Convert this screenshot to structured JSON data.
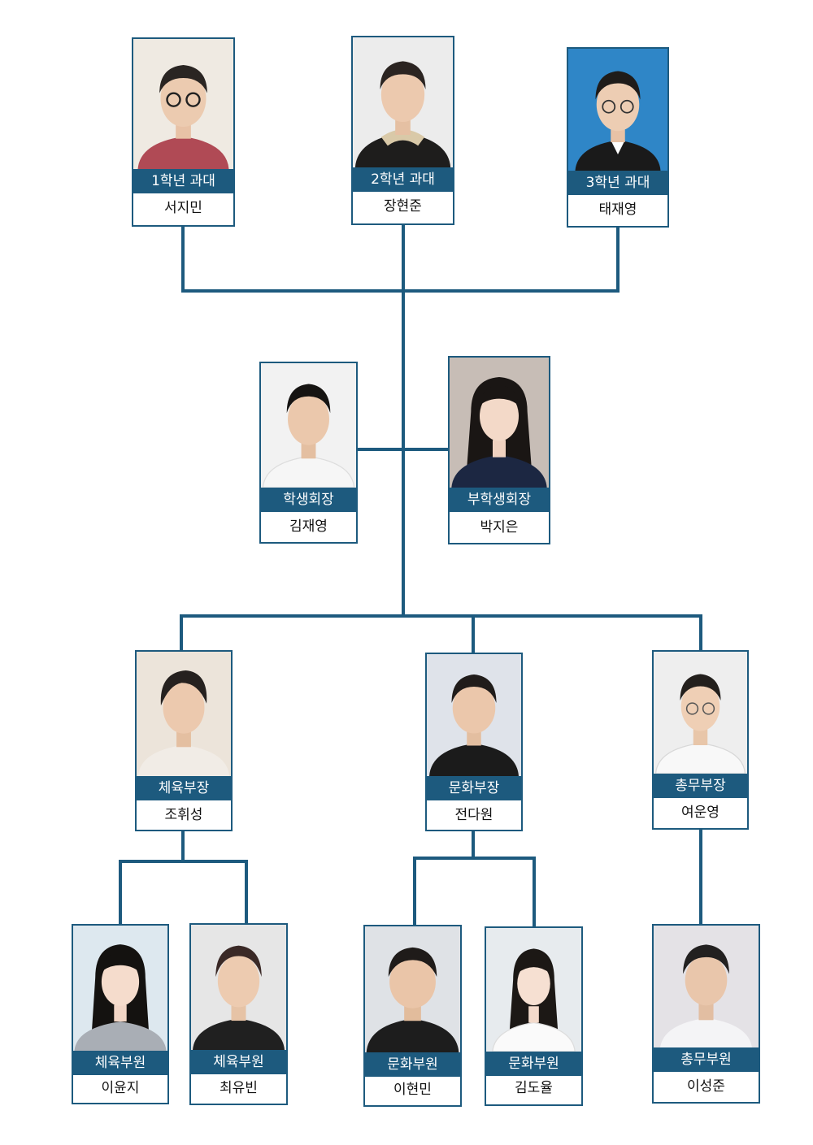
{
  "colors": {
    "accent": "#1d5a7e",
    "line": "#1d5a7e"
  },
  "grade_reps": [
    {
      "role": "1학년 과대",
      "name": "서지민"
    },
    {
      "role": "2학년 과대",
      "name": "장현준"
    },
    {
      "role": "3학년 과대",
      "name": "태재영"
    }
  ],
  "leaders": [
    {
      "role": "학생회장",
      "name": "김재영"
    },
    {
      "role": "부학생회장",
      "name": "박지은"
    }
  ],
  "heads": [
    {
      "role": "체육부장",
      "name": "조휘성"
    },
    {
      "role": "문화부장",
      "name": "전다원"
    },
    {
      "role": "총무부장",
      "name": "여운영"
    }
  ],
  "members": [
    {
      "role": "체육부원",
      "name": "이윤지"
    },
    {
      "role": "체육부원",
      "name": "최유빈"
    },
    {
      "role": "문화부원",
      "name": "이현민"
    },
    {
      "role": "문화부원",
      "name": "김도율"
    },
    {
      "role": "총무부원",
      "name": "이성준"
    }
  ]
}
